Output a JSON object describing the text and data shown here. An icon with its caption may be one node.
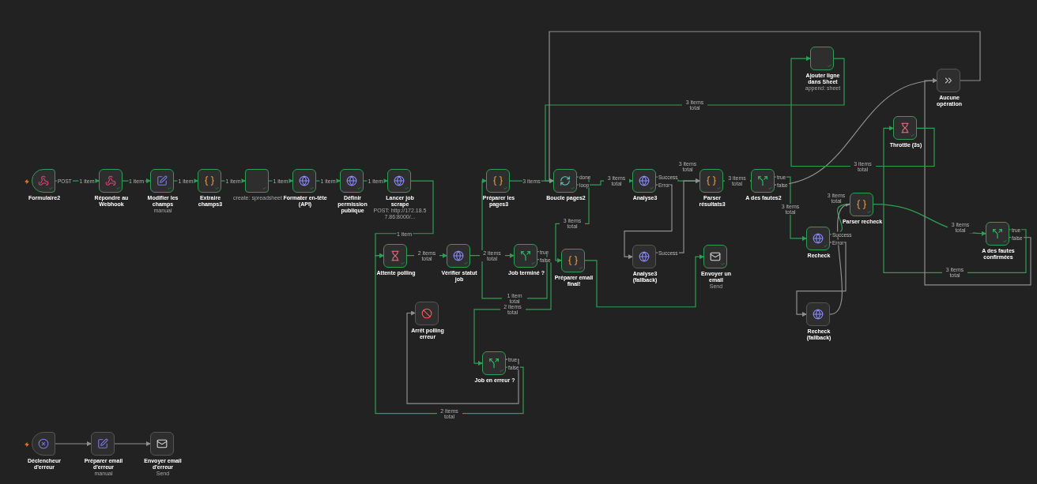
{
  "diagram": {
    "nodes": [
      {
        "text": [
          "Formulaire2"
        ]
      },
      {
        "text": [
          "Répondre au Webhook"
        ]
      },
      {
        "text": [
          "Modifier les champs"
        ],
        "beside": [
          "manual"
        ]
      },
      {
        "text": [
          "Extraire champs3"
        ]
      },
      {
        "text": [],
        "shape": "box",
        "beside": [
          "create: spreadsheet"
        ]
      },
      {
        "text": [
          "Formater en-tête (API)"
        ]
      },
      {
        "text": [
          "Définir permission publique"
        ]
      },
      {
        "text": [
          "Lancer job scrape"
        ],
        "beside": [
          "POST: http://172.18.57.86:8000/..."
        ]
      },
      {
        "text": [
          "Attente polling"
        ]
      },
      {
        "text": [
          "Vérifier statut job"
        ]
      },
      {
        "text": [
          "Arrêt polling erreur"
        ]
      },
      {
        "text": [
          "Préparer les pages3"
        ]
      },
      {
        "text": [
          "Job terminé ?"
        ]
      },
      {
        "text": [
          "Job en erreur ?"
        ]
      },
      {
        "text": [
          "Boucle pages2"
        ]
      },
      {
        "text": [
          "Préparer email final!"
        ]
      },
      {
        "text": [
          "Analyse3"
        ]
      },
      {
        "text": [
          "Analyse3 (fallback)"
        ]
      },
      {
        "text": [
          "Parser résultats3"
        ]
      },
      {
        "text": [
          "Envoyer un email"
        ],
        "beside": [
          "Send"
        ]
      },
      {
        "text": [
          "A des fautes2"
        ]
      },
      {
        "text": [
          "Ajouter ligne dans Sheet"
        ],
        "beside": [
          "append: sheet"
        ]
      },
      {
        "text": [
          "Aucune opération"
        ]
      },
      {
        "text": [
          "Throttle (3s)"
        ]
      },
      {
        "text": [
          "Recheck"
        ]
      },
      {
        "text": [
          "Recheck (fallback)"
        ]
      },
      {
        "text": [
          "Parser recheck"
        ]
      },
      {
        "text": [
          "A des fautes confirmées"
        ]
      },
      {
        "text": [
          "Déclencheur d'erreur"
        ]
      },
      {
        "text": [
          "Préparer email d'erreur"
        ],
        "beside": [
          "manual"
        ]
      },
      {
        "text": [
          "Envoyer email d'erreur"
        ],
        "beside": [
          "Send"
        ]
      }
    ],
    "edges": [
      {
        "from": 0,
        "to": 1,
        "arrow": "to",
        "label": "1 item"
      },
      {
        "from": 1,
        "to": 2,
        "arrow": "to",
        "label": "1 item"
      },
      {
        "from": 2,
        "to": 3,
        "arrow": "to",
        "label": "1 item"
      },
      {
        "from": 3,
        "to": 4,
        "arrow": "to",
        "label": "1 item"
      },
      {
        "from": 4,
        "to": 5,
        "arrow": "to",
        "label": "1 item"
      },
      {
        "from": 5,
        "to": 6,
        "arrow": "to",
        "label": "1 item"
      },
      {
        "from": 6,
        "to": 7,
        "arrow": "to",
        "label": "1 item"
      },
      {
        "from": 7,
        "to": 8,
        "arrow": "to",
        "label": "1 item"
      },
      {
        "from": 8,
        "to": 9,
        "arrow": "to",
        "label": "2 items total"
      },
      {
        "from": 9,
        "to": 12,
        "arrow": "to",
        "label": "2 items total"
      },
      {
        "from": 12,
        "to": 11,
        "arrow": "to",
        "label": "1 item total"
      },
      {
        "from": 12,
        "to": 13,
        "arrow": "to",
        "label": "2 items total"
      },
      {
        "from": 13,
        "to": 10,
        "arrow": "to",
        "color": "#8f8f8f"
      },
      {
        "from": 13,
        "to": 8,
        "arrow": "to",
        "label": "2 items total"
      },
      {
        "from": 11,
        "to": 14,
        "arrow": "to",
        "label": "3 items"
      },
      {
        "from": 14,
        "to": 15,
        "arrow": "to",
        "label": "3 items total"
      },
      {
        "from": 14,
        "to": 16,
        "arrow": "to",
        "label": "3 items total"
      },
      {
        "from": 16,
        "to": 18,
        "arrow": "to",
        "label": "3 items total"
      },
      {
        "from": 16,
        "to": 17,
        "arrow": "to",
        "color": "#8f8f8f"
      },
      {
        "from": 17,
        "to": 18,
        "arrow": "to",
        "color": "#8f8f8f"
      },
      {
        "from": 15,
        "to": 19,
        "arrow": "to"
      },
      {
        "from": 18,
        "to": 20,
        "arrow": "to",
        "label": "3 items total"
      },
      {
        "from": 20,
        "to": 24,
        "arrow": "to",
        "label": "3 items total"
      },
      {
        "from": 20,
        "to": 22,
        "arrow": "to",
        "color": "#8f8f8f"
      },
      {
        "from": 24,
        "to": 26,
        "arrow": "to",
        "label": "3 items total"
      },
      {
        "from": 24,
        "to": 25,
        "arrow": "to",
        "color": "#8f8f8f"
      },
      {
        "from": 25,
        "to": 26,
        "arrow": "to",
        "color": "#8f8f8f"
      },
      {
        "from": 26,
        "to": 27,
        "arrow": "to",
        "label": "3 items total"
      },
      {
        "from": 27,
        "to": 23,
        "arrow": "to",
        "label": "3 items total"
      },
      {
        "from": 27,
        "to": 22,
        "arrow": "to",
        "color": "#8f8f8f"
      },
      {
        "from": 23,
        "to": 21,
        "arrow": "to",
        "label": "3 items total"
      },
      {
        "from": 21,
        "to": 14,
        "arrow": "to",
        "label": "3 items total"
      },
      {
        "from": 22,
        "to": 14,
        "arrow": "to",
        "color": "#8f8f8f"
      },
      {
        "from": 28,
        "to": 29,
        "arrow": "to",
        "color": "#8f8f8f"
      },
      {
        "from": 29,
        "to": 30,
        "arrow": "to",
        "color": "#8f8f8f"
      }
    ],
    "labels": [
      "POST",
      "true",
      "false",
      "true",
      "false",
      "done",
      "loop",
      "Success",
      "Error",
      "Success",
      "true",
      "false",
      "Success",
      "Error",
      "true",
      "false"
    ]
  }
}
